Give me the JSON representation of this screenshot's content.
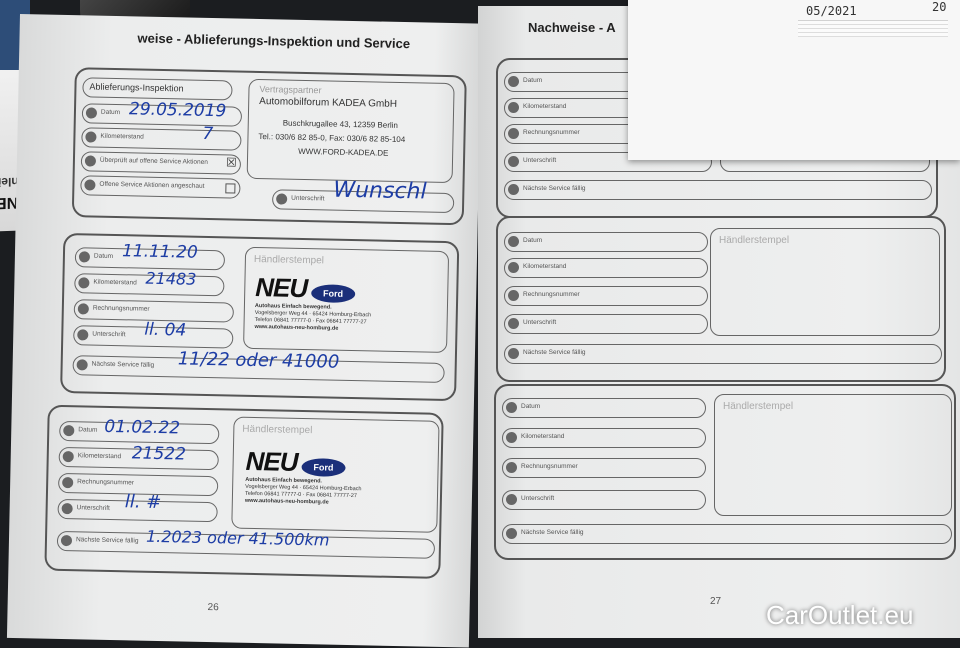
{
  "left_page": {
    "heading": "weise - Ablieferungs-Inspektion und Service",
    "page_number": "26",
    "delivery_block": {
      "title": "Ablieferungs-Inspektion",
      "fields": [
        {
          "label": "Datum",
          "value": "29.05.2019"
        },
        {
          "label": "Kilometerstand",
          "value": "7"
        },
        {
          "label": "Überprüft auf offene Service Aktionen",
          "value": "☒"
        },
        {
          "label": "Offene Service Aktionen angeschaut",
          "value": ""
        }
      ],
      "signature_label": "Unterschrift",
      "signature": "Wunschl",
      "dealer": {
        "title": "Vertragspartner",
        "name": "Automobilforum KADEA GmbH",
        "address": "Buschkrugallee 43, 12359 Berlin",
        "phone": "Tel.: 030/6 82 85-0, Fax: 030/6 82 85-104",
        "web": "WWW.FORD-KADEA.DE"
      }
    },
    "service_blocks": [
      {
        "fields": [
          {
            "label": "Datum",
            "value": "11.11.20"
          },
          {
            "label": "Kilometerstand",
            "value": "21483"
          },
          {
            "label": "Rechnungsnummer",
            "value": ""
          },
          {
            "label": "Unterschrift",
            "value": "ll. 04"
          }
        ],
        "next_label": "Nächste Service fällig",
        "next_value": "11/22 oder 41000",
        "stamp_title": "Händlerstempel",
        "stamp": {
          "brand": "NEU",
          "ford": "Ford",
          "tagline": "Autohaus  Einfach bewegend.",
          "address": "Vogelsberger Weg 44 · 65424 Homburg-Erbach",
          "phone": "Telefon 06841 77777-0 · Fax 06841 77777-27",
          "web": "www.autohaus-neu-homburg.de"
        }
      },
      {
        "fields": [
          {
            "label": "Datum",
            "value": "01.02.22"
          },
          {
            "label": "Kilometerstand",
            "value": "21522"
          },
          {
            "label": "Rechnungsnummer",
            "value": ""
          },
          {
            "label": "Unterschrift",
            "value": "ll. #"
          }
        ],
        "next_label": "Nächste Service fällig",
        "next_value": "1.2023 oder 41.500km",
        "stamp_title": "Händlerstempel",
        "stamp": {
          "brand": "NEU",
          "ford": "Ford",
          "tagline": "Autohaus  Einfach bewegend.",
          "address": "Vogelsberger Weg 44 · 65424 Homburg-Erbach",
          "phone": "Telefon 06841 77777-0 · Fax 06841 77777-27",
          "web": "www.autohaus-neu-homburg.de"
        }
      }
    ]
  },
  "right_page": {
    "heading": "Nachweise - A",
    "page_number": "27",
    "blocks": [
      {
        "fields": [
          "Datum",
          "Kilometerstand",
          "Rechnungsnummer",
          "Unterschrift",
          "Nächste Service fällig"
        ],
        "stamp_title": ""
      },
      {
        "fields": [
          "Datum",
          "Kilometerstand",
          "Rechnungsnummer",
          "Unterschrift",
          "Nächste Service fällig"
        ],
        "stamp_title": "Händlerstempel"
      },
      {
        "fields": [
          "Datum",
          "Kilometerstand",
          "Rechnungsnummer",
          "Unterschrift",
          "Nächste Service fällig"
        ],
        "stamp_title": "Händlerstempel"
      }
    ]
  },
  "side_booklet": {
    "text1": "CONNE",
    "text2": "urzanlei"
  },
  "note_paper": {
    "date": "05/2021",
    "extra": "20"
  },
  "watermark": "CarOutlet.eu",
  "colors": {
    "ink": "#1d3da5",
    "page": "#e9eaea",
    "background": "#1b1d20",
    "outline": "#555555"
  }
}
